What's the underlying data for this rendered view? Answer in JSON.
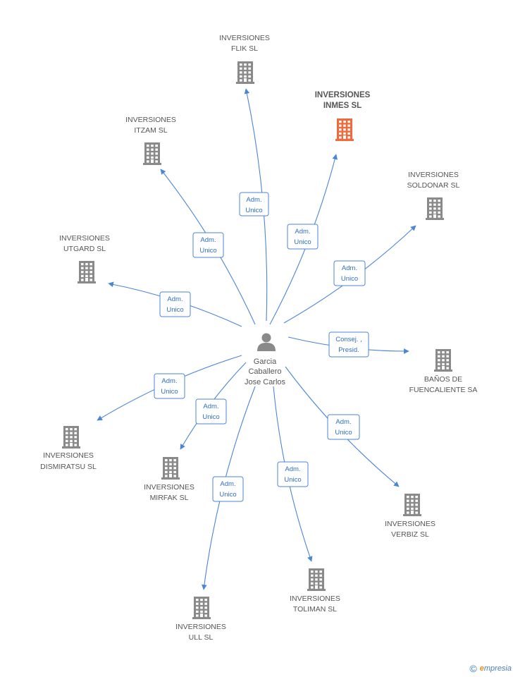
{
  "center": {
    "lines": [
      "Garcia",
      "Caballero",
      "Jose Carlos"
    ]
  },
  "companies": [
    {
      "id": "flik",
      "lines": [
        "INVERSIONES",
        "FLIK SL"
      ],
      "highlight": false,
      "role": [
        "Adm.",
        "Unico"
      ]
    },
    {
      "id": "inmes",
      "lines": [
        "INVERSIONES",
        "INMES SL"
      ],
      "highlight": true,
      "role": [
        "Adm.",
        "Unico"
      ]
    },
    {
      "id": "itzam",
      "lines": [
        "INVERSIONES",
        "ITZAM SL"
      ],
      "highlight": false,
      "role": [
        "Adm.",
        "Unico"
      ]
    },
    {
      "id": "soldonar",
      "lines": [
        "INVERSIONES",
        "SOLDONAR SL"
      ],
      "highlight": false,
      "role": [
        "Adm.",
        "Unico"
      ]
    },
    {
      "id": "utgard",
      "lines": [
        "INVERSIONES",
        "UTGARD SL"
      ],
      "highlight": false,
      "role": [
        "Adm.",
        "Unico"
      ]
    },
    {
      "id": "banos",
      "lines": [
        "BAÑOS DE",
        "FUENCALIENTE SA"
      ],
      "highlight": false,
      "role": [
        "Consej. ,",
        "Presid."
      ]
    },
    {
      "id": "dismiratsu",
      "lines": [
        "INVERSIONES",
        "DISMIRATSU SL"
      ],
      "highlight": false,
      "role": [
        "Adm.",
        "Unico"
      ]
    },
    {
      "id": "mirfak",
      "lines": [
        "INVERSIONES",
        "MIRFAK SL"
      ],
      "highlight": false,
      "role": [
        "Adm.",
        "Unico"
      ]
    },
    {
      "id": "verbiz",
      "lines": [
        "INVERSIONES",
        "VERBIZ SL"
      ],
      "highlight": false,
      "role": [
        "Adm.",
        "Unico"
      ]
    },
    {
      "id": "toliman",
      "lines": [
        "INVERSIONES",
        "TOLIMAN SL"
      ],
      "highlight": false,
      "role": [
        "Adm.",
        "Unico"
      ]
    },
    {
      "id": "ull",
      "lines": [
        "INVERSIONES",
        "ULL SL"
      ],
      "highlight": false,
      "role": [
        "Adm.",
        "Unico"
      ]
    }
  ],
  "footer": {
    "copyright": "©",
    "brand_e": "e",
    "brand_rest": "mpresia"
  },
  "colors": {
    "edge": "#4a86d8",
    "building": "#8a8a8a",
    "highlight": "#f26a3c"
  }
}
